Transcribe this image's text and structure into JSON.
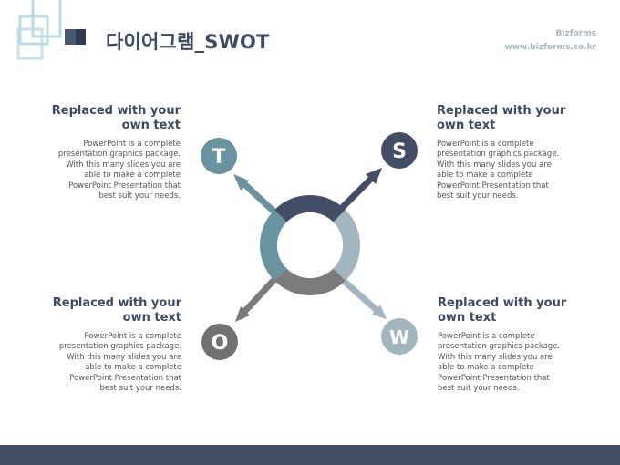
{
  "header": {
    "title": "다이어그램_SWOT",
    "brand_line1": "Bizforms",
    "brand_line2": "www.bizforms.co.kr"
  },
  "swot": {
    "S": {
      "letter": "S",
      "color": "#434e66"
    },
    "W": {
      "letter": "W",
      "color": "#a2b6c0"
    },
    "O": {
      "letter": "O",
      "color": "#717171"
    },
    "T": {
      "letter": "T",
      "color": "#6a93a0"
    }
  },
  "boxes": {
    "top_left": {
      "heading_line1": "Replaced with your",
      "heading_line2": "own text",
      "body": [
        "PowerPoint is a complete",
        "presentation graphics package.",
        "With this many slides you are",
        "able to make a complete",
        "PowerPoint Presentation that",
        "best suit your needs."
      ]
    },
    "top_right": {
      "heading_line1": "Replaced with your",
      "heading_line2": "own text",
      "body": [
        "PowerPoint is a complete",
        "presentation graphics package.",
        "With this many slides you are",
        "able to make a complete",
        "PowerPoint Presentation that",
        "best suit your needs."
      ]
    },
    "bottom_left": {
      "heading_line1": "Replaced with your",
      "heading_line2": "own text",
      "body": [
        "PowerPoint is a complete",
        "presentation graphics package.",
        "With this many slides you are",
        "able to make a complete",
        "PowerPoint Presentation that",
        "best suit your needs."
      ]
    },
    "bottom_right": {
      "heading_line1": "Replaced with your",
      "heading_line2": "own text",
      "body": [
        "PowerPoint is a complete",
        "presentation graphics package.",
        "With this many slides you are",
        "able to make a complete",
        "PowerPoint Presentation that",
        "best suit your needs."
      ]
    }
  }
}
